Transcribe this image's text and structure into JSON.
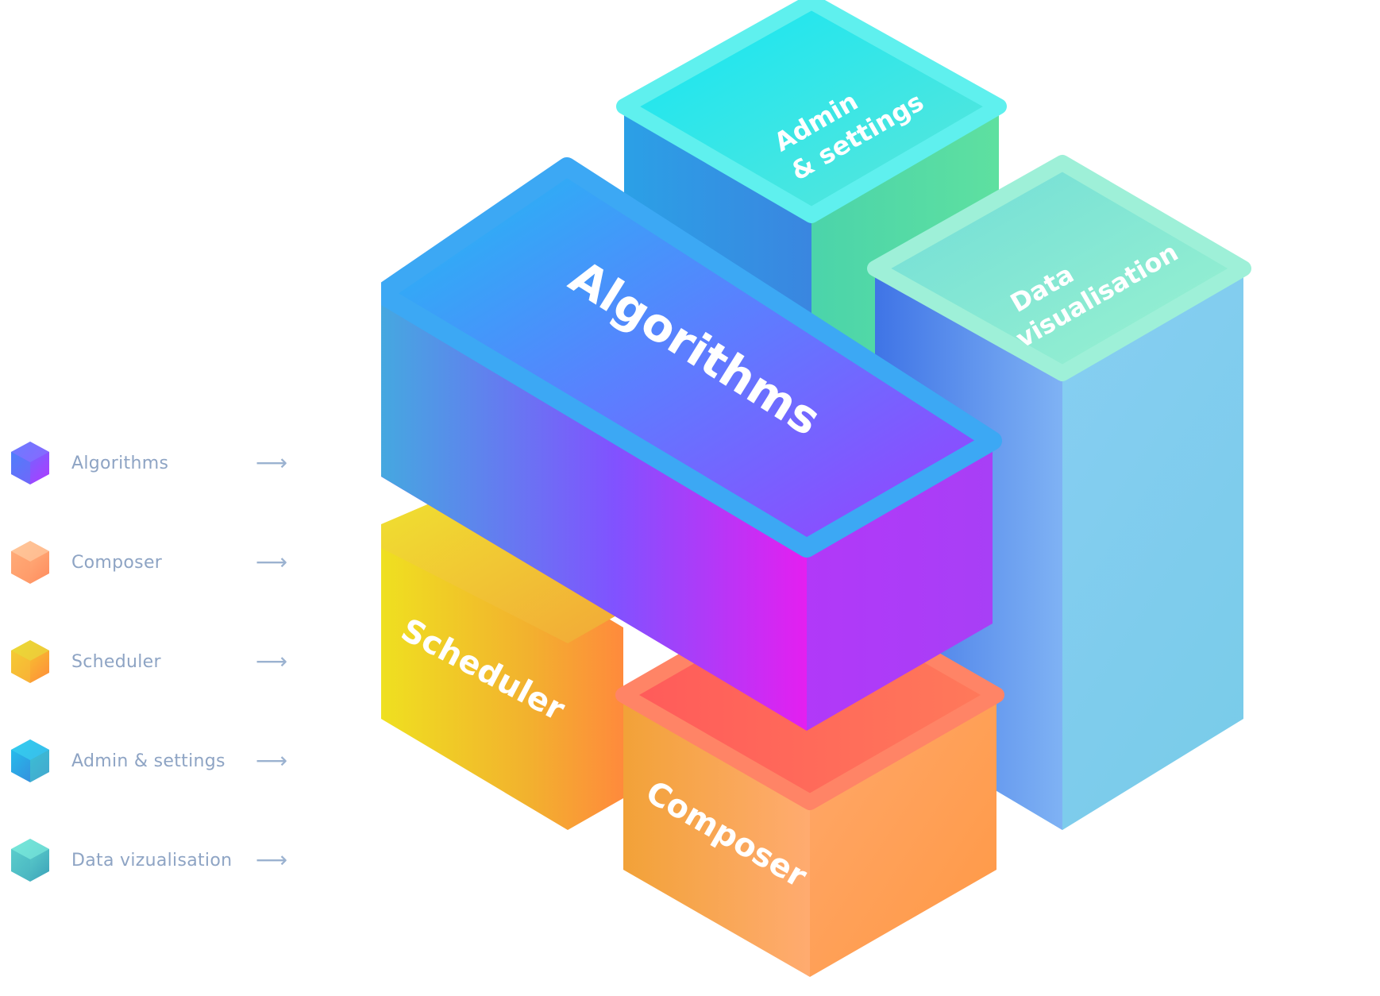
{
  "legend": {
    "items": [
      {
        "label": "Algorithms",
        "arrow": "⟶",
        "colors": [
          "#5b6cff",
          "#a23cff"
        ]
      },
      {
        "label": "Composer",
        "arrow": "⟶",
        "colors": [
          "#ffb07a",
          "#ff8a5c"
        ]
      },
      {
        "label": "Scheduler",
        "arrow": "⟶",
        "colors": [
          "#f4d22a",
          "#ff8f3a"
        ]
      },
      {
        "label": "Admin & settings",
        "arrow": "⟶",
        "colors": [
          "#1fb8e8",
          "#3d8fe0"
        ]
      },
      {
        "label": "Data vizualisation",
        "arrow": "⟶",
        "colors": [
          "#5be0d2",
          "#3aa6b8"
        ]
      }
    ]
  },
  "blocks": {
    "algorithms": {
      "label": "Algorithms"
    },
    "admin_line1": "Admin",
    "admin_line2": "& settings",
    "data_line1": "Data",
    "data_line2": "visualisation",
    "scheduler": {
      "label": "Scheduler"
    },
    "composer": {
      "label": "Composer"
    }
  }
}
